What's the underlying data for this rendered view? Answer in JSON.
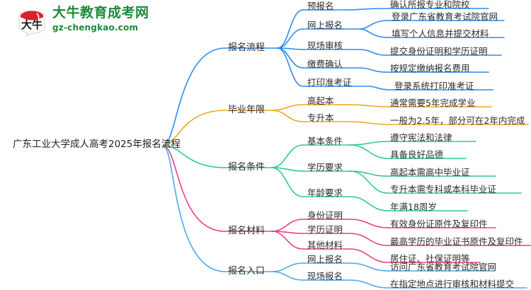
{
  "logo": {
    "mark_alt": "daniu-logo-icon",
    "title": "大牛教育成考网",
    "subtitle": "gz-chengkao.com",
    "brand_color": "#1b8a3a",
    "mark_color": "#d8232a"
  },
  "mindmap": {
    "root": {
      "label": "广东工业大学成人高考2025年报名流程"
    },
    "branch_colors": {
      "baomingliucheng": "#2a8df2",
      "biyenianxian": "#f0a722",
      "baomingtiaojian": "#2ecb8c",
      "baomingcailiao": "#ee3d87",
      "baomingrukou": "#4aa8ef"
    },
    "branches": [
      {
        "label": "报名流程",
        "color": "#2a8df2",
        "children": [
          {
            "label": "预报名",
            "children": [
              {
                "label": "确认所报专业和院校"
              }
            ]
          },
          {
            "label": "网上报名",
            "children": [
              {
                "label": "登录广东省教育考试院官网"
              },
              {
                "label": "填写个人信息并提交材料"
              }
            ]
          },
          {
            "label": "现场审核",
            "children": [
              {
                "label": "提交身份证明和学历证明"
              }
            ]
          },
          {
            "label": "缴费确认",
            "children": [
              {
                "label": "按规定缴纳报名费用"
              }
            ]
          },
          {
            "label": "打印准考证",
            "children": [
              {
                "label": "登录系统打印准考证"
              }
            ]
          }
        ]
      },
      {
        "label": "毕业年限",
        "color": "#f0a722",
        "children": [
          {
            "label": "高起本",
            "children": [
              {
                "label": "通常需要5年完成学业"
              }
            ]
          },
          {
            "label": "专升本",
            "children": [
              {
                "label": "一般为2.5年，部分可在2年内完成"
              }
            ]
          }
        ]
      },
      {
        "label": "报名条件",
        "color": "#2ecb8c",
        "children": [
          {
            "label": "基本条件",
            "children": [
              {
                "label": "遵守宪法和法律"
              },
              {
                "label": "具备良好品德"
              }
            ]
          },
          {
            "label": "学历要求",
            "children": [
              {
                "label": "高起本需高中毕业证"
              },
              {
                "label": "专升本需专科或本科毕业证"
              }
            ]
          },
          {
            "label": "年龄要求",
            "children": [
              {
                "label": "年满18周岁"
              }
            ]
          }
        ]
      },
      {
        "label": "报名材料",
        "color": "#ee3d87",
        "children": [
          {
            "label": "身份证明",
            "children": [
              {
                "label": "有效身份证原件及复印件"
              }
            ]
          },
          {
            "label": "学历证明",
            "children": [
              {
                "label": "最高学历的毕业证书原件及复印件"
              }
            ]
          },
          {
            "label": "其他材料",
            "children": [
              {
                "label": "居住证、社保证明等"
              }
            ]
          }
        ]
      },
      {
        "label": "报名入口",
        "color": "#4aa8ef",
        "children": [
          {
            "label": "网上报名",
            "children": [
              {
                "label": "访问广东省教育考试院官网"
              }
            ]
          },
          {
            "label": "现场报名",
            "children": [
              {
                "label": "在指定地点进行审核和材料提交"
              }
            ]
          }
        ]
      }
    ]
  }
}
